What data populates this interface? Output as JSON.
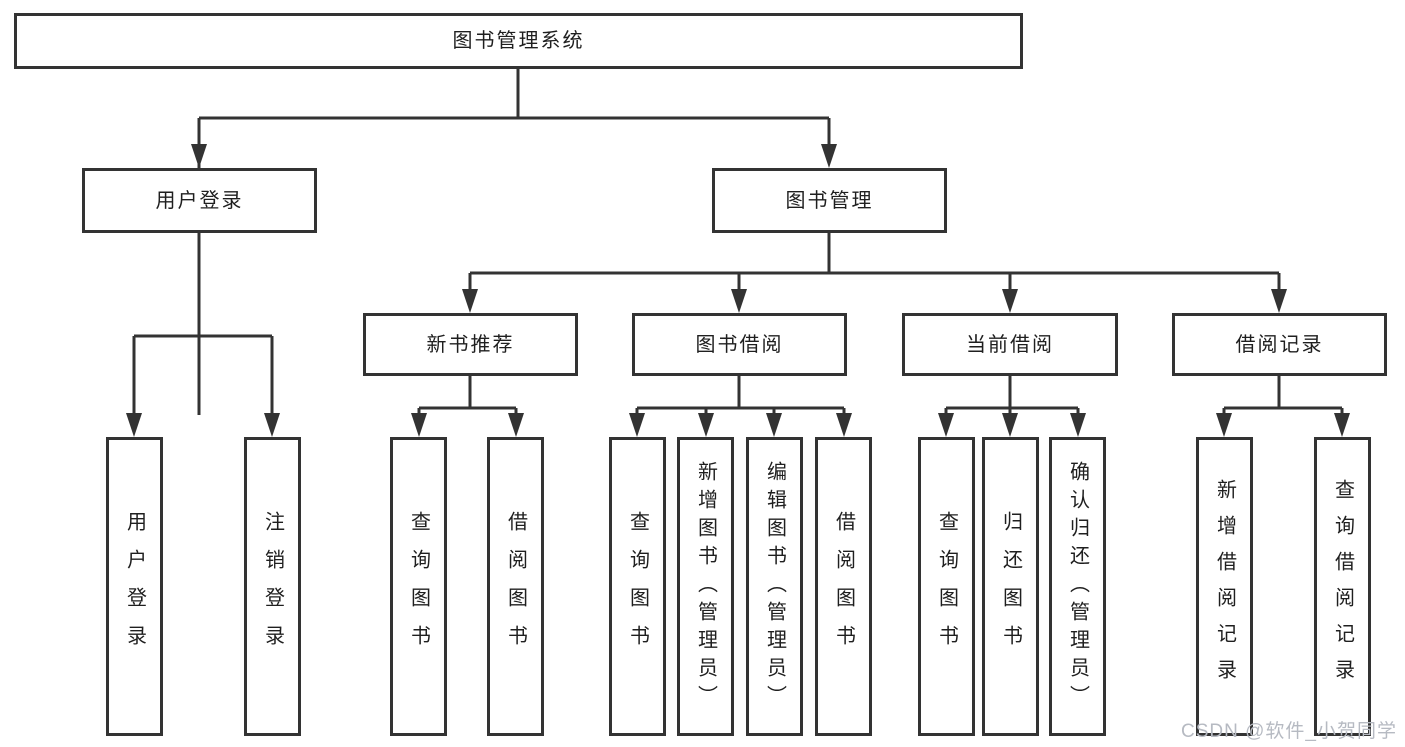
{
  "diagram": {
    "root": {
      "label": "图书管理系统"
    },
    "level2": {
      "user_login": {
        "label": "用户登录"
      },
      "book_management": {
        "label": "图书管理"
      }
    },
    "level3": {
      "new_book_recommend": {
        "label": "新书推荐"
      },
      "book_borrow": {
        "label": "图书借阅"
      },
      "current_borrow": {
        "label": "当前借阅"
      },
      "borrow_records": {
        "label": "借阅记录"
      }
    },
    "leaves": {
      "user_login": [
        "用户登录",
        "注销登录"
      ],
      "new_book_recommend": [
        "查询图书",
        "借阅图书"
      ],
      "book_borrow": [
        "查询图书",
        "新增图书（管理员）",
        "编辑图书（管理员）",
        "借阅图书"
      ],
      "current_borrow": [
        "查询图书",
        "归还图书",
        "确认归还（管理员）"
      ],
      "borrow_records": [
        "新增借阅记录",
        "查询借阅记录"
      ]
    }
  },
  "watermark": {
    "text": "CSDN @软件_小贺同学",
    "color": "#b6bac2"
  },
  "colors": {
    "line": "#333333",
    "box_border": "#333333",
    "text": "#1f1f1f",
    "background": "#ffffff"
  }
}
